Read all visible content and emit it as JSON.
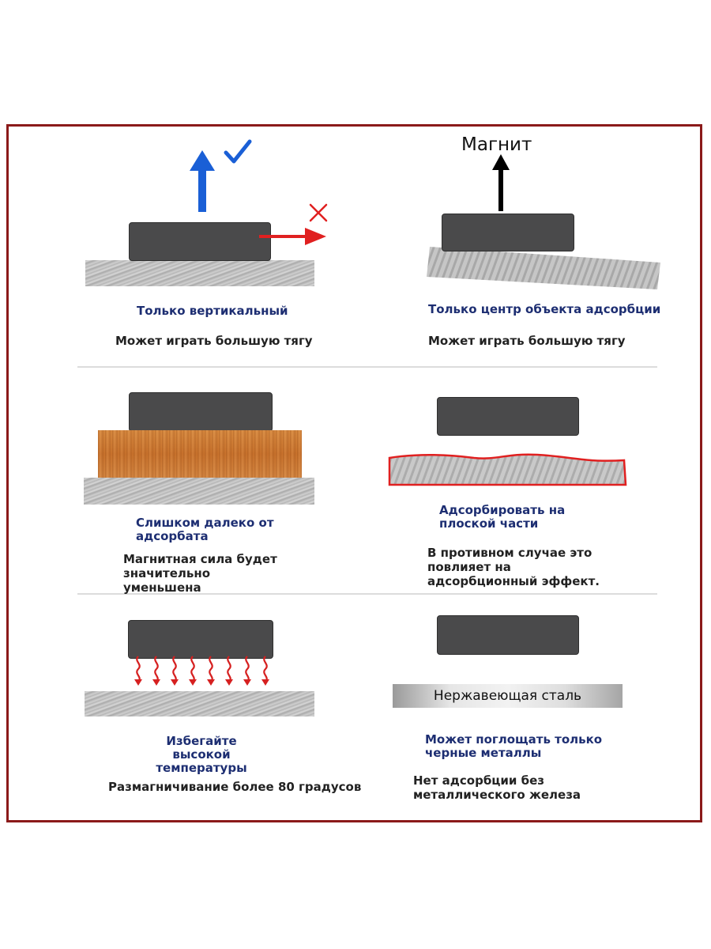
{
  "magnet_label": "Магнит",
  "stainless_label": "Нержавеющая сталь",
  "panels": [
    {
      "title": "Только вертикальный",
      "desc": [
        "Может играть большую тягу"
      ]
    },
    {
      "title": "Только центр объекта адсорбции",
      "desc": [
        "Может играть большую тягу"
      ]
    },
    {
      "title": [
        "Слишком далеко от",
        "адсорбата"
      ],
      "desc": [
        "Магнитная сила будет",
        "значительно",
        "уменьшена"
      ]
    },
    {
      "title": [
        "Адсорбировать на",
        "плоской части"
      ],
      "desc": [
        "В противном случае это",
        "повлияет на",
        "адсорбционный эффект."
      ]
    },
    {
      "title": [
        "Избегайте",
        "высокой",
        "температуры"
      ],
      "desc": [
        "Размагничивание более 80 градусов"
      ]
    },
    {
      "title": [
        "Может поглощать только",
        "черные металлы"
      ],
      "desc": [
        "Нет адсорбции без",
        "металлического железа"
      ]
    }
  ],
  "colors": {
    "frame": "#8b1a1a",
    "title_text": "#1d2e72",
    "magnet": "#4a4a4b",
    "arrow_up": "#1a5fd6",
    "arrow_right": "#e02020",
    "heat": "#d62020"
  },
  "icons": [
    "check-icon",
    "cross-icon",
    "arrow-up-icon",
    "arrow-right-icon",
    "heat-wave-icon"
  ]
}
